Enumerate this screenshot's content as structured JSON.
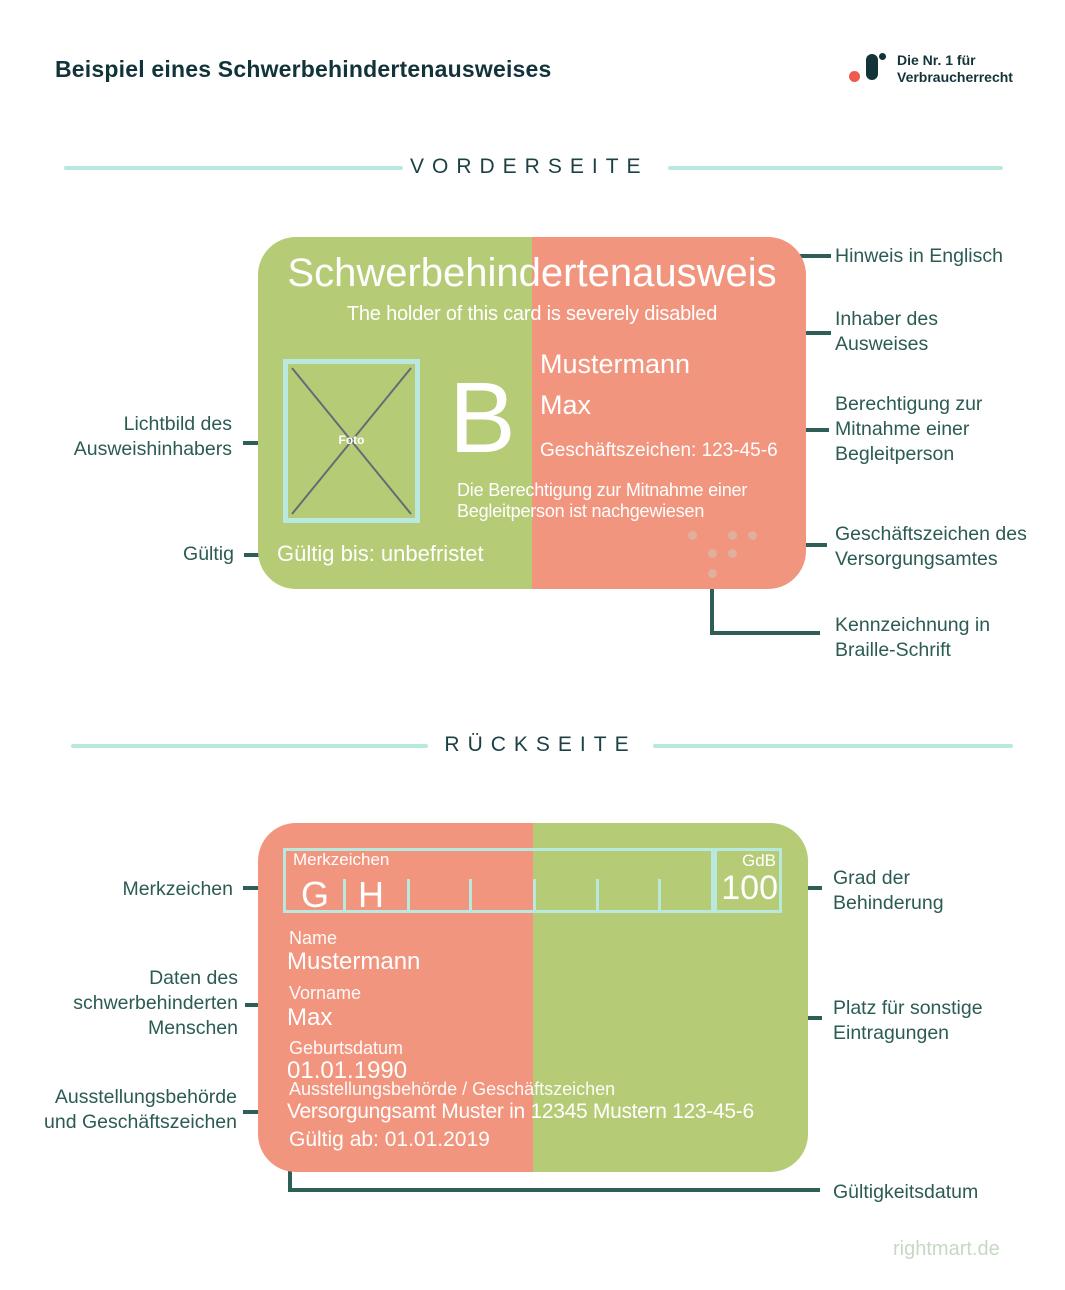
{
  "colors": {
    "salmon": "#f2957e",
    "green": "#b5cb76",
    "light_teal": "#b9e8de",
    "dark_teal_line": "#2e5f56",
    "annotation_text": "#2b5b53",
    "heading_text": "#12333a",
    "braille_dot": "#dfb09b",
    "logo_red": "#ef5a4c",
    "footer_text": "#c6d9c3"
  },
  "header": {
    "title": "Beispiel eines Schwerbehindertenausweises",
    "logo_tagline": "Die Nr. 1 für\nVerbraucherrecht"
  },
  "sections": {
    "front_label": "VORDERSEITE",
    "back_label": "RÜCKSEITE"
  },
  "front_card": {
    "title": "Schwerbehindertenausweis",
    "subtitle": "The holder of this card is severely disabled",
    "photo_placeholder": "Foto",
    "surname": "Mustermann",
    "firstname": "Max",
    "companion_mark": "B",
    "file_number": "Geschäftszeichen: 123-45-6",
    "companion_note": "Die Berechtigung zur Mitnahme einer\nBegleitperson ist nachgewiesen",
    "valid_until": "Gültig bis: unbefristet"
  },
  "front_annotations": {
    "hinweis": "Hinweis in Englisch",
    "inhaber": "Inhaber des\nAusweises",
    "berechtigung": "Berechtigung zur\nMitnahme einer\nBegleitperson",
    "geschaeftszeichen": "Geschäftszeichen des\nVersorgungsamtes",
    "braille": "Kennzeichnung in\nBraille-Schrift",
    "lichtbild": "Lichtbild des\nAusweishinhabers",
    "gueltig": "Gültig"
  },
  "back_card": {
    "merkzeichen_label": "Merkzeichen",
    "marks": [
      "G",
      "H"
    ],
    "gdb_label": "GdB",
    "gdb_value": "100",
    "name_label": "Name",
    "name": "Mustermann",
    "vorname_label": "Vorname",
    "vorname": "Max",
    "geburtsdatum_label": "Geburtsdatum",
    "geburtsdatum": "01.01.1990",
    "behoerde_label": "Ausstellungsbehörde / Geschäftszeichen",
    "behoerde": "Versorgungsamt Muster in 12345 Mustern 123-45-6",
    "valid_from": "Gültig ab: 01.01.2019"
  },
  "back_annotations": {
    "merkzeichen": "Merkzeichen",
    "daten": "Daten des\nschwerbehinderten\nMenschen",
    "ausstellung": "Ausstellungsbehörde\nund Geschäftszeichen",
    "grad": "Grad der\nBehinderung",
    "platz": "Platz für sonstige\nEintragungen",
    "gueltigkeitsdatum": "Gültigkeitsdatum"
  },
  "footer": {
    "website": "rightmart.de"
  }
}
